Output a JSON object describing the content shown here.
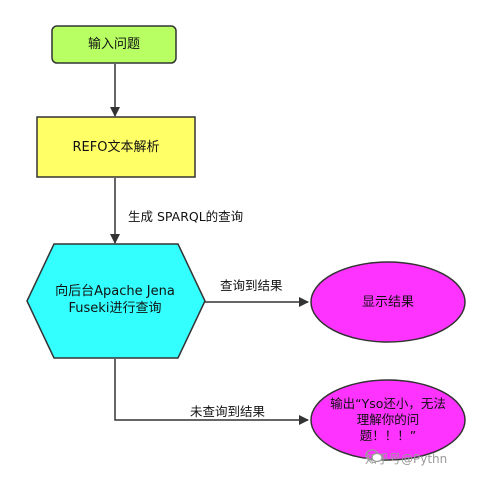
{
  "nodes": {
    "input": {
      "label": "输入问题",
      "fill": "#b8ff63"
    },
    "refo": {
      "label": "REFO文本解析",
      "fill": "#ffff66"
    },
    "fuseki": {
      "label_line1": "向后台Apache Jena",
      "label_line2": "Fuseki进行查询",
      "fill": "#33ffff"
    },
    "result": {
      "label": "显示结果",
      "fill": "#ff33ff"
    },
    "noresult": {
      "label_line1": "输出“Yso还小，无法",
      "label_line2": "理解你的问",
      "label_line3": "题！！！”",
      "fill": "#ff33ff"
    }
  },
  "edges": {
    "sparql": "生成 SPARQL的查询",
    "found": "查询到结果",
    "notfound": "未查询到结果"
  },
  "watermark": {
    "text": "知乎号@Pythn"
  },
  "colors": {
    "stroke": "#333333"
  }
}
